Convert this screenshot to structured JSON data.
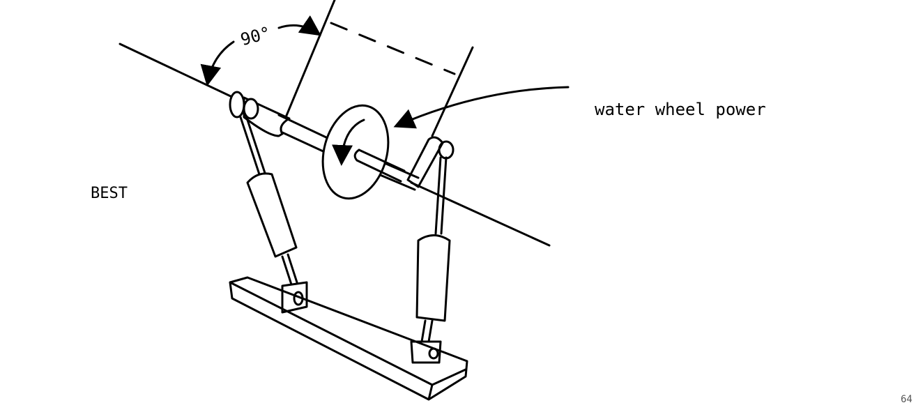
{
  "diagram": {
    "angle_label": "90°",
    "power_label": "water wheel power",
    "rating_label": "BEST",
    "corner_mark": "64"
  },
  "colors": {
    "ink": "#000000",
    "paper": "#ffffff"
  }
}
